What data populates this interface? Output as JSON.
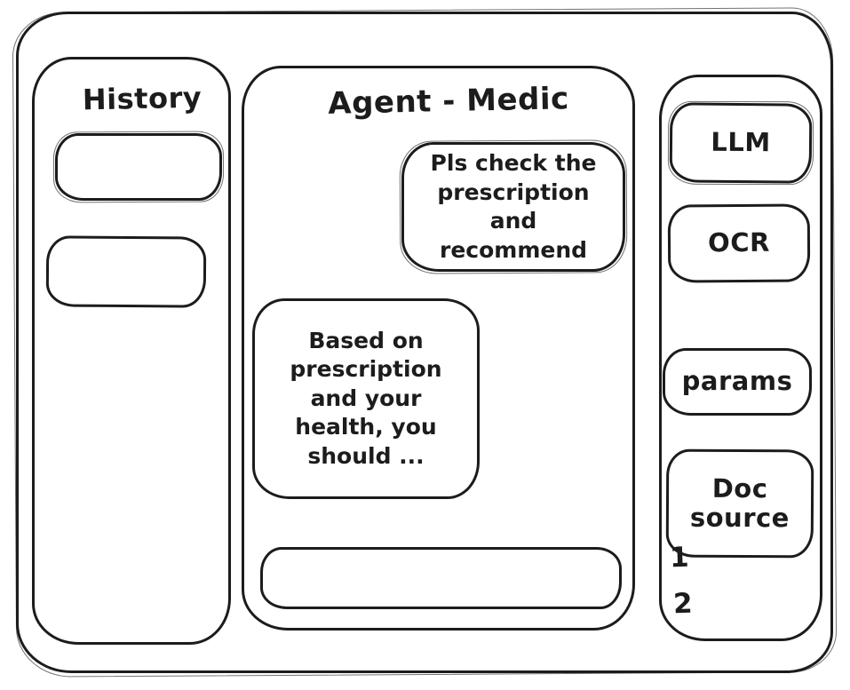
{
  "sidebar": {
    "title": "History",
    "items": [
      "",
      ""
    ]
  },
  "main": {
    "title": "Agent - Medic",
    "messages": [
      {
        "role": "user",
        "text": "Pls check the prescription and recommend"
      },
      {
        "role": "assistant",
        "text": "Based on prescription and your health, you should ..."
      }
    ],
    "input": {
      "value": ""
    }
  },
  "tools": {
    "buttons": [
      {
        "label": "LLM"
      },
      {
        "label": "OCR"
      },
      {
        "label": "params"
      },
      {
        "label": "Doc source"
      }
    ],
    "doc_items": [
      "1",
      "2"
    ]
  },
  "colors": {
    "stroke": "#1c1c1c",
    "background": "#ffffff"
  }
}
